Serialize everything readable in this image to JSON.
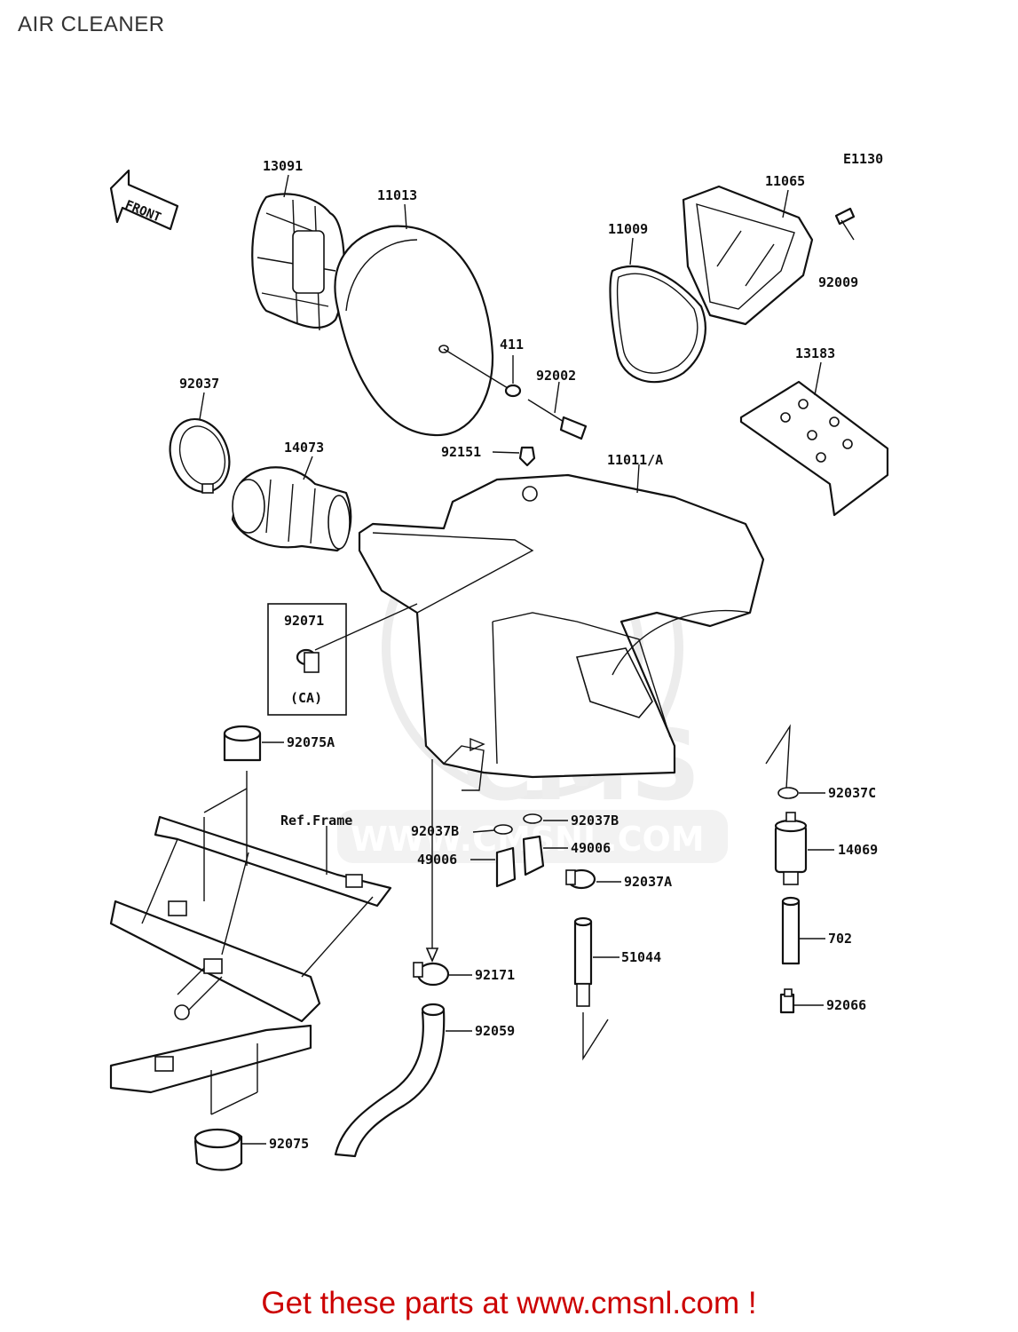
{
  "page": {
    "title": "AIR CLEANER",
    "promo_text": "Get these parts at www.cmsnl.com !",
    "promo_color": "#cc0000"
  },
  "diagram": {
    "code": "E1130",
    "front_arrow_label": "FRONT",
    "ref_frame_label": "Ref.Frame",
    "ca_label": "(CA)",
    "watermark_text": "WWW.CMSNL.COM",
    "watermark_logo": "CMS",
    "parts": {
      "p13091": "13091",
      "p11013": "11013",
      "p11009": "11009",
      "p11065": "11065",
      "p92009": "92009",
      "p411": "411",
      "p92002": "92002",
      "p13183": "13183",
      "p92037": "92037",
      "p14073": "14073",
      "p92151": "92151",
      "p11011a": "11011/A",
      "p92071": "92071",
      "p92075a": "92075A",
      "p92037c": "92037C",
      "p92037b_right": "92037B",
      "p92037b_left": "92037B",
      "p49006_left": "49006",
      "p49006_right": "49006",
      "p14069": "14069",
      "p92037a": "92037A",
      "p702": "702",
      "p51044": "51044",
      "p92171": "92171",
      "p92066": "92066",
      "p92059": "92059",
      "p92075": "92075"
    }
  }
}
